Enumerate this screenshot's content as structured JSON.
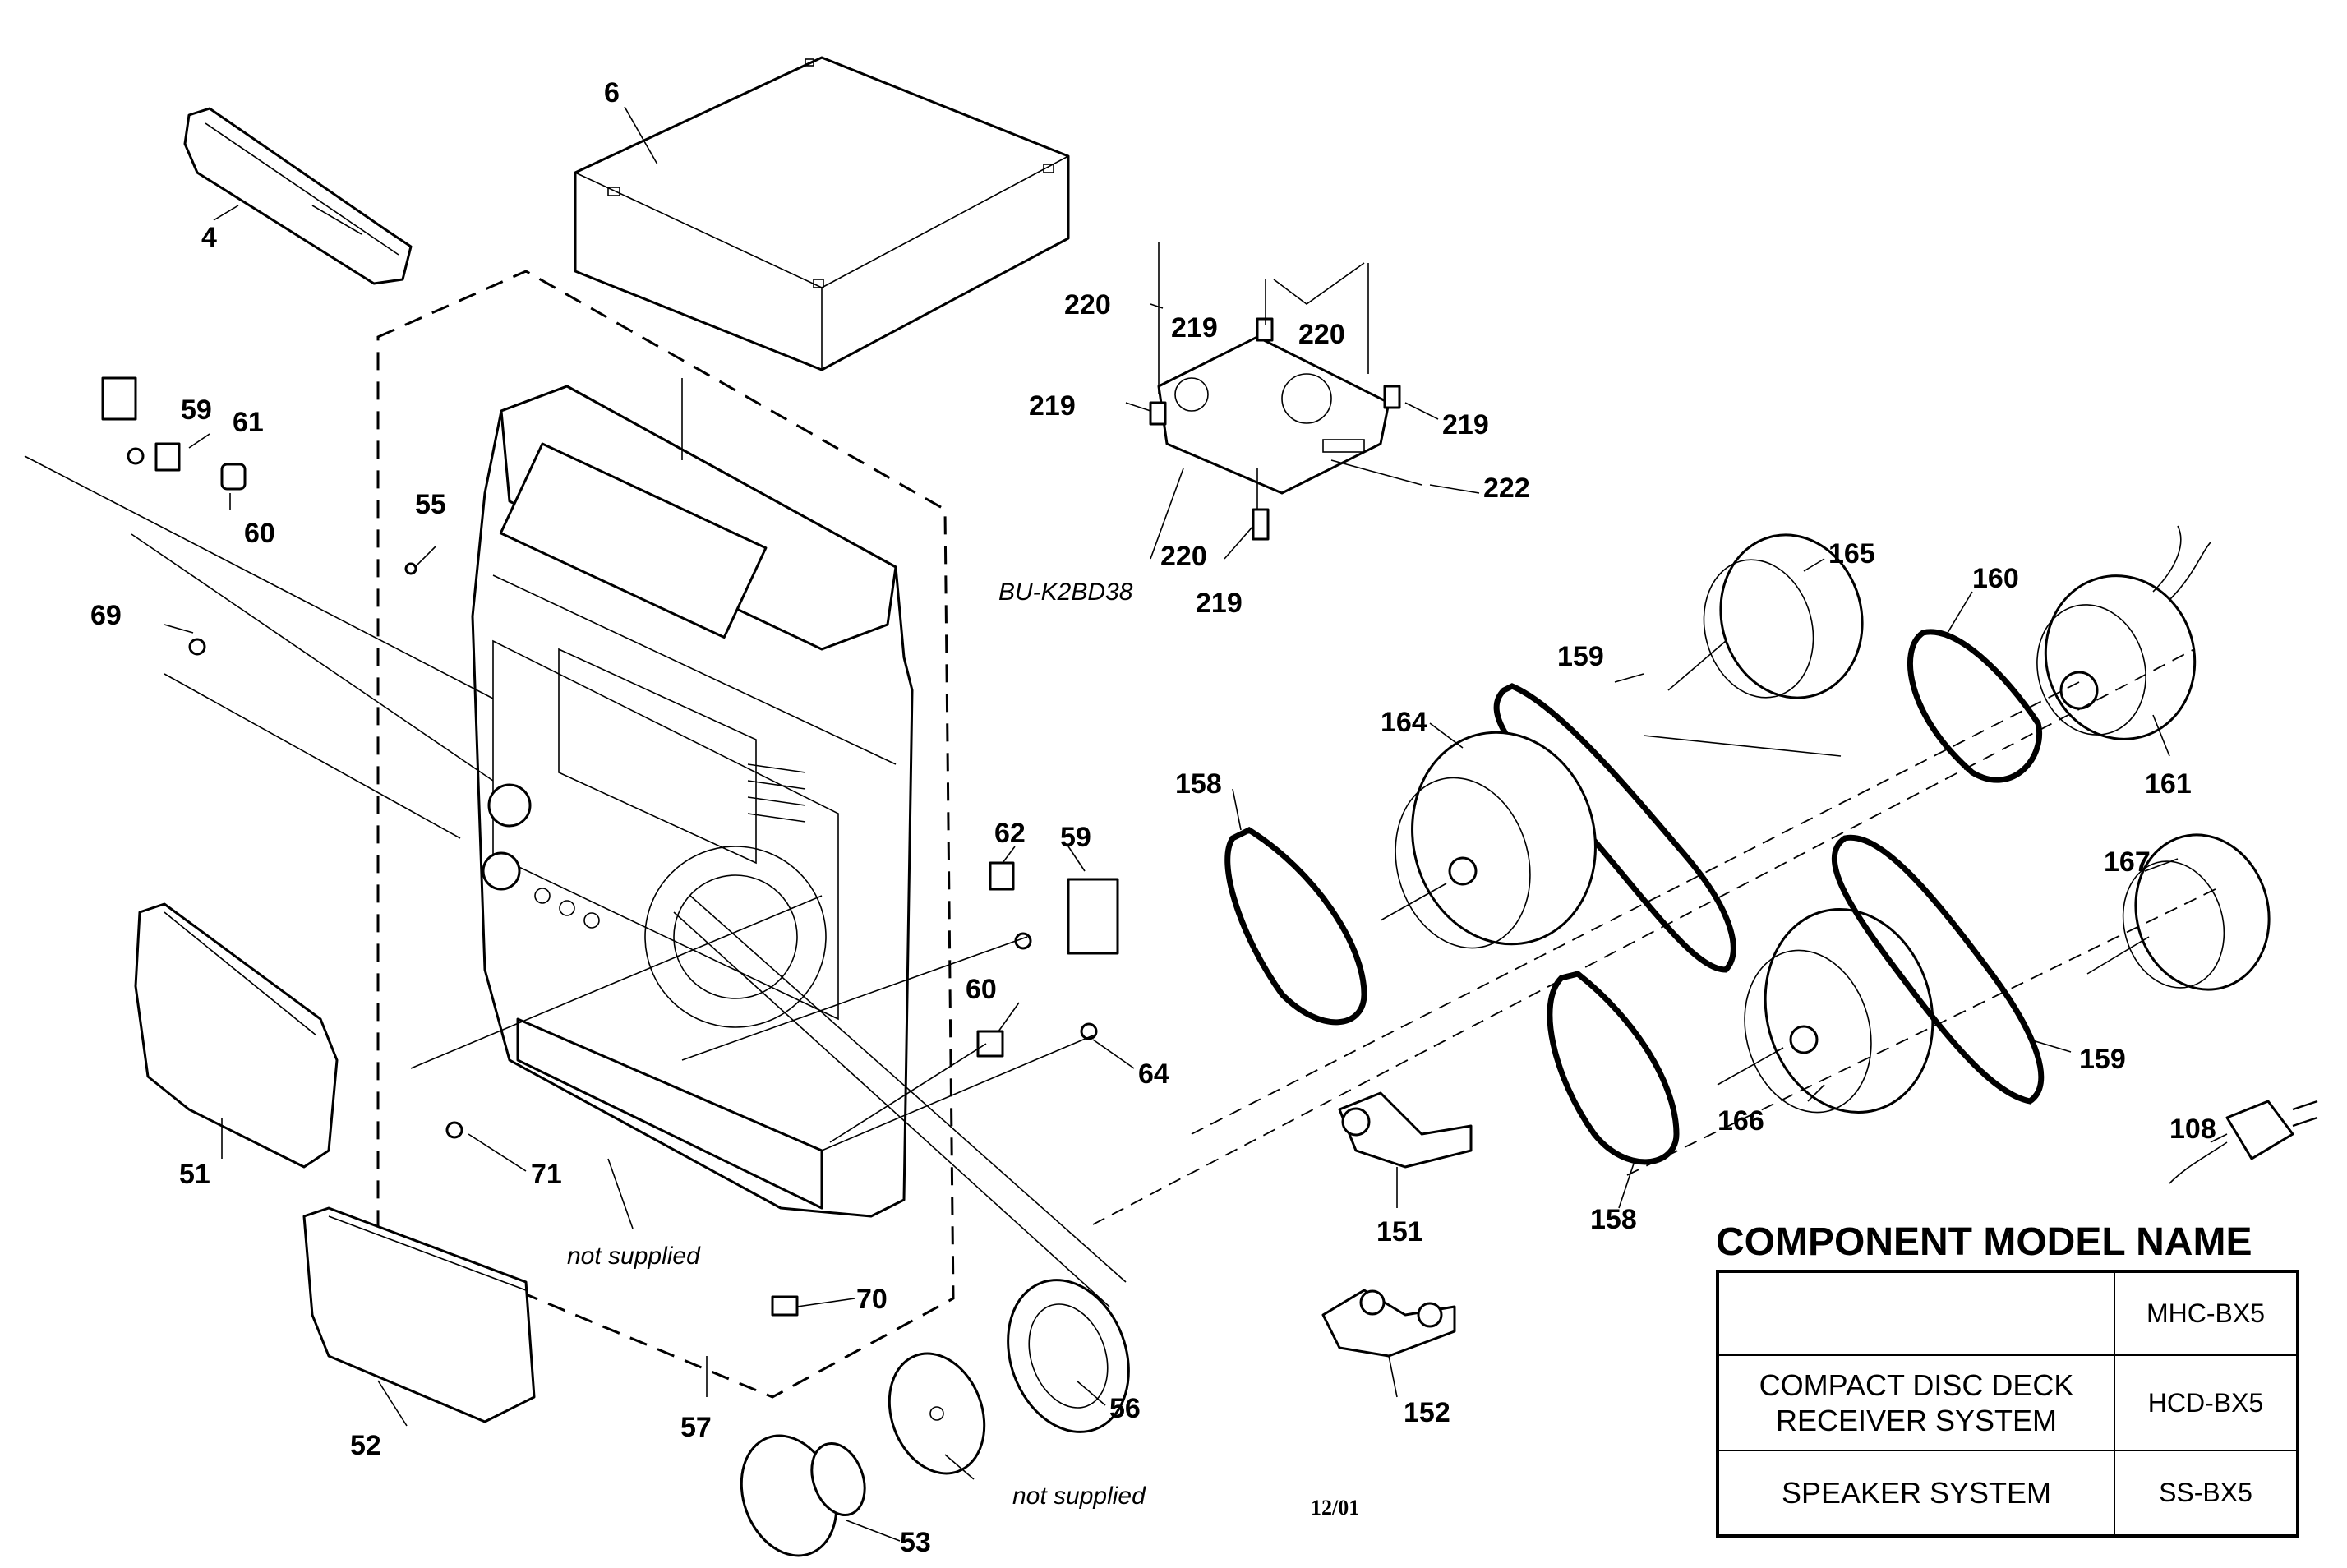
{
  "part_labels": {
    "p4": "4",
    "p6": "6",
    "p51": "51",
    "p52": "52",
    "p53": "53",
    "p55": "55",
    "p56": "56",
    "p57": "57",
    "p59a": "59",
    "p59b": "59",
    "p60a": "60",
    "p60b": "60",
    "p61": "61",
    "p62": "62",
    "p64": "64",
    "p69": "69",
    "p70": "70",
    "p71": "71",
    "p108": "108",
    "p151": "151",
    "p152": "152",
    "p158a": "158",
    "p158b": "158",
    "p159a": "159",
    "p159b": "159",
    "p160": "160",
    "p161": "161",
    "p164": "164",
    "p165": "165",
    "p166": "166",
    "p167": "167",
    "p219a": "219",
    "p219b": "219",
    "p219c": "219",
    "p219d": "219",
    "p220a": "220",
    "p220b": "220",
    "p220c": "220",
    "p222": "222"
  },
  "annotations": {
    "bu_model": "BU-K2BD38",
    "not_supplied_1": "not supplied",
    "not_supplied_2": "not supplied",
    "date_code": "12/01"
  },
  "component_table": {
    "title": "COMPONENT MODEL NAME",
    "rows": [
      {
        "component": "",
        "model": "MHC-BX5"
      },
      {
        "component_line1": "COMPACT DISC DECK",
        "component_line2": "RECEIVER SYSTEM",
        "model": "HCD-BX5"
      },
      {
        "component": "SPEAKER SYSTEM",
        "model": "SS-BX5"
      }
    ]
  }
}
